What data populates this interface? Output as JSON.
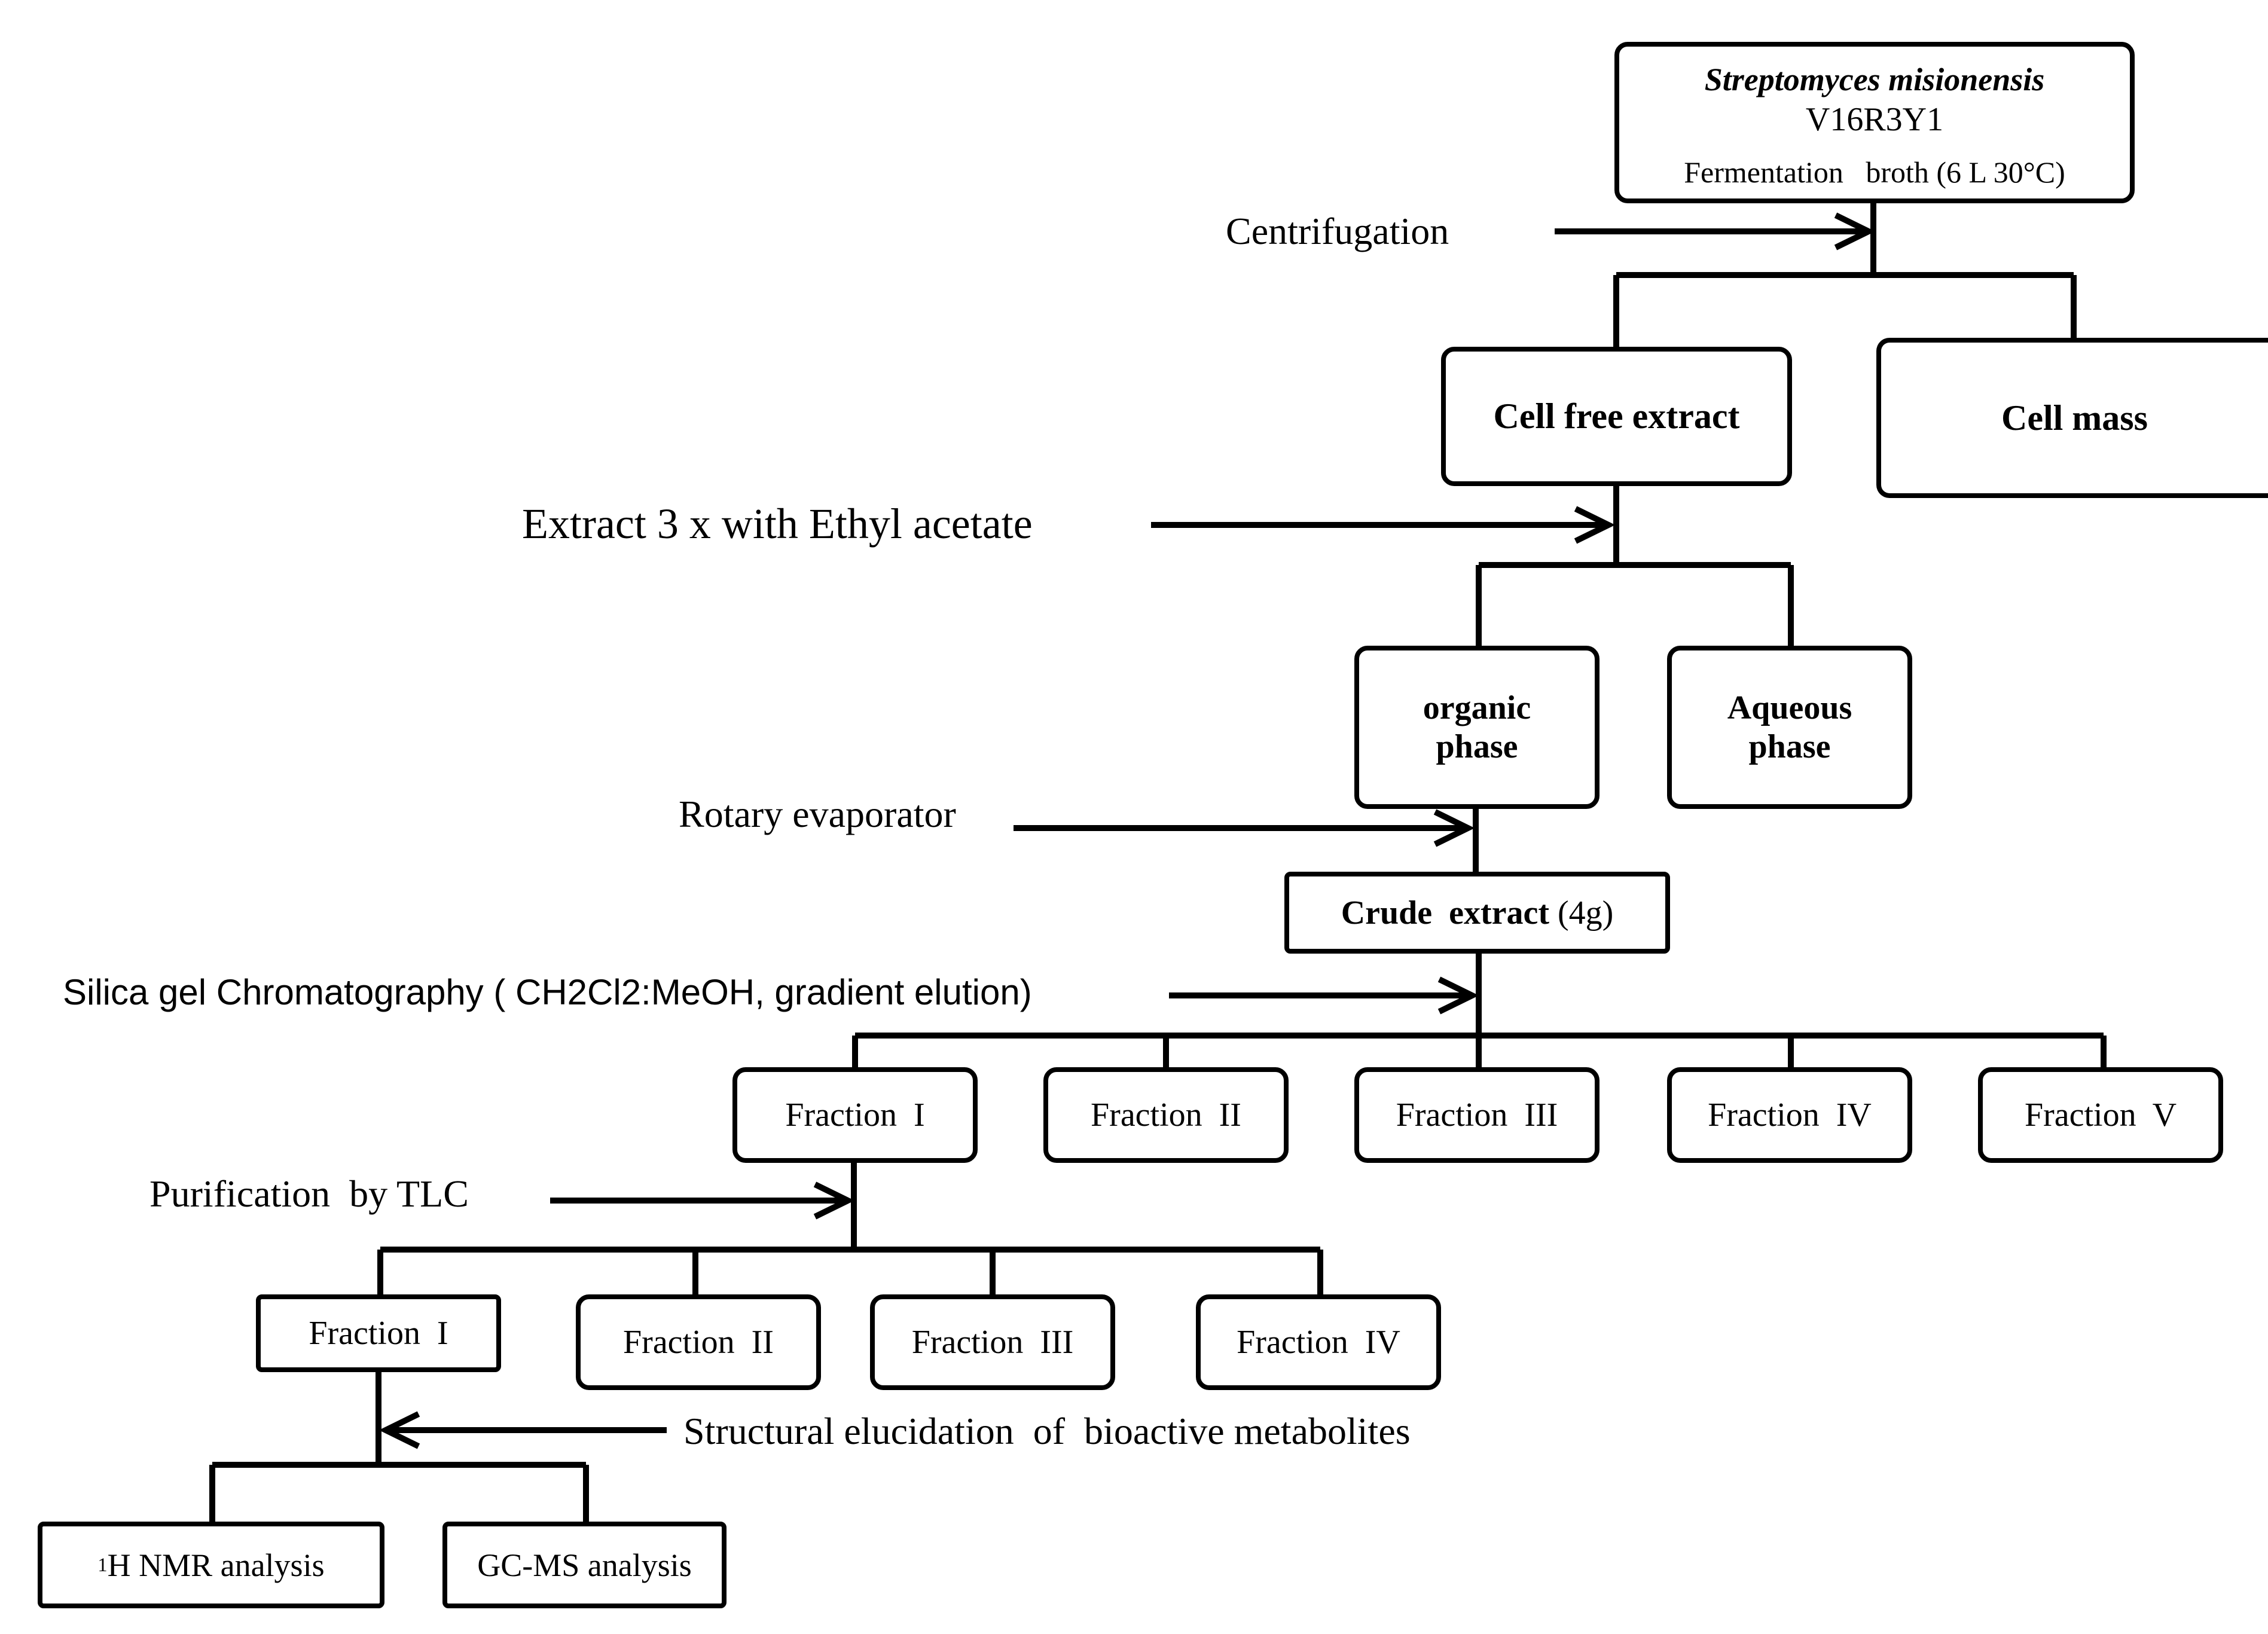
{
  "source": {
    "organism": "Streptomyces misionensis",
    "strain": "V16R3Y1",
    "culture": "Fermentation   broth (6 L 30°C)"
  },
  "steps": {
    "centrifugation": "Centrifugation",
    "extraction": "Extract 3 x with Ethyl acetate",
    "evaporation": "Rotary evaporator",
    "chromatography": "Silica gel Chromatography ( CH2Cl2:MeOH, gradient elution)",
    "tlc": "Purification  by TLC",
    "elucidation": "Structural elucidation  of  bioactive metabolites"
  },
  "nodes": {
    "cell_free_extract": "Cell free extract",
    "cell_mass": "Cell mass",
    "organic_phase": [
      "organic",
      "phase"
    ],
    "aqueous_phase": [
      "Aqueous",
      "phase"
    ],
    "crude_extract": {
      "name": "Crude  extract",
      "amount": "(4g)"
    },
    "column_fractions": [
      "Fraction  I",
      "Fraction  II",
      "Fraction  III",
      "Fraction  IV",
      "Fraction  V"
    ],
    "tlc_fractions": [
      "Fraction  I",
      "Fraction  II",
      "Fraction  III",
      "Fraction  IV"
    ],
    "nmr": {
      "sup": "1",
      "text": "H NMR analysis"
    },
    "gcms": "GC-MS analysis"
  }
}
